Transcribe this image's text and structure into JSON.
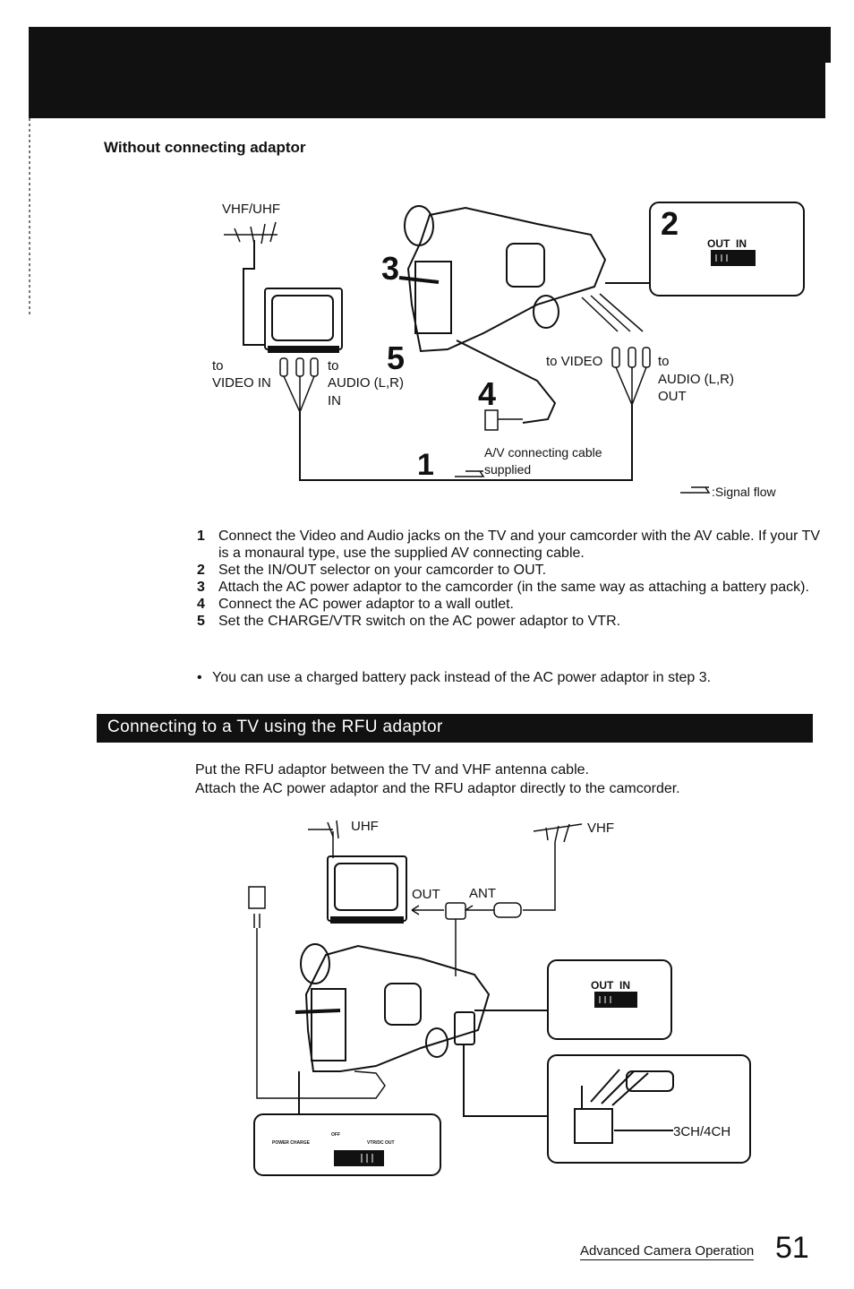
{
  "section1": {
    "subhead": "Without connecting adaptor",
    "labels": {
      "vhf_uhf": "VHF/UHF",
      "to1": "to",
      "video_in": "VIDEO IN",
      "to2": "to",
      "audio_lr_in_1": "AUDIO (L,R)",
      "audio_lr_in_2": "IN",
      "to_video": "to VIDEO",
      "to3": "to",
      "audio_lr_out_1": "AUDIO (L,R)",
      "audio_lr_out_2": "OUT",
      "cable_1": "A/V connecting cable",
      "cable_2": "supplied",
      "signal_flow": ":Signal flow",
      "out_in": "OUT  IN",
      "callouts": [
        "1",
        "2",
        "3",
        "4",
        "5"
      ]
    },
    "steps": [
      {
        "num": "1",
        "text": "Connect the Video and Audio jacks on the TV and your camcorder with the AV cable. If your TV is a monaural type, use the supplied AV connecting cable."
      },
      {
        "num": "2",
        "text": "Set the IN/OUT selector on your camcorder to OUT."
      },
      {
        "num": "3",
        "text": "Attach the AC power adaptor to the camcorder (in the same way as attaching a battery pack)."
      },
      {
        "num": "4",
        "text": "Connect the AC power adaptor to a wall outlet."
      },
      {
        "num": "5",
        "text": "Set the CHARGE/VTR switch on the AC power adaptor to VTR."
      }
    ],
    "note": {
      "bullet": "•",
      "text": "You can use a charged battery pack instead of the AC power adaptor in step 3."
    }
  },
  "section2": {
    "title": "Connecting to a TV using the RFU adaptor",
    "intro_1": "Put the RFU adaptor between the TV and VHF antenna cable.",
    "intro_2": "Attach the AC power adaptor and the RFU adaptor directly to the camcorder.",
    "labels": {
      "uhf": "UHF",
      "vhf": "VHF",
      "out": "OUT",
      "ant": "ANT",
      "out_in": "OUT  IN",
      "ch": "3CH/4CH",
      "switch_left": "POWER CHARGE",
      "switch_mid": "OFF",
      "switch_right": "VTR/DC OUT"
    }
  },
  "footer": {
    "label": "Advanced Camera Operation",
    "page": "51"
  }
}
